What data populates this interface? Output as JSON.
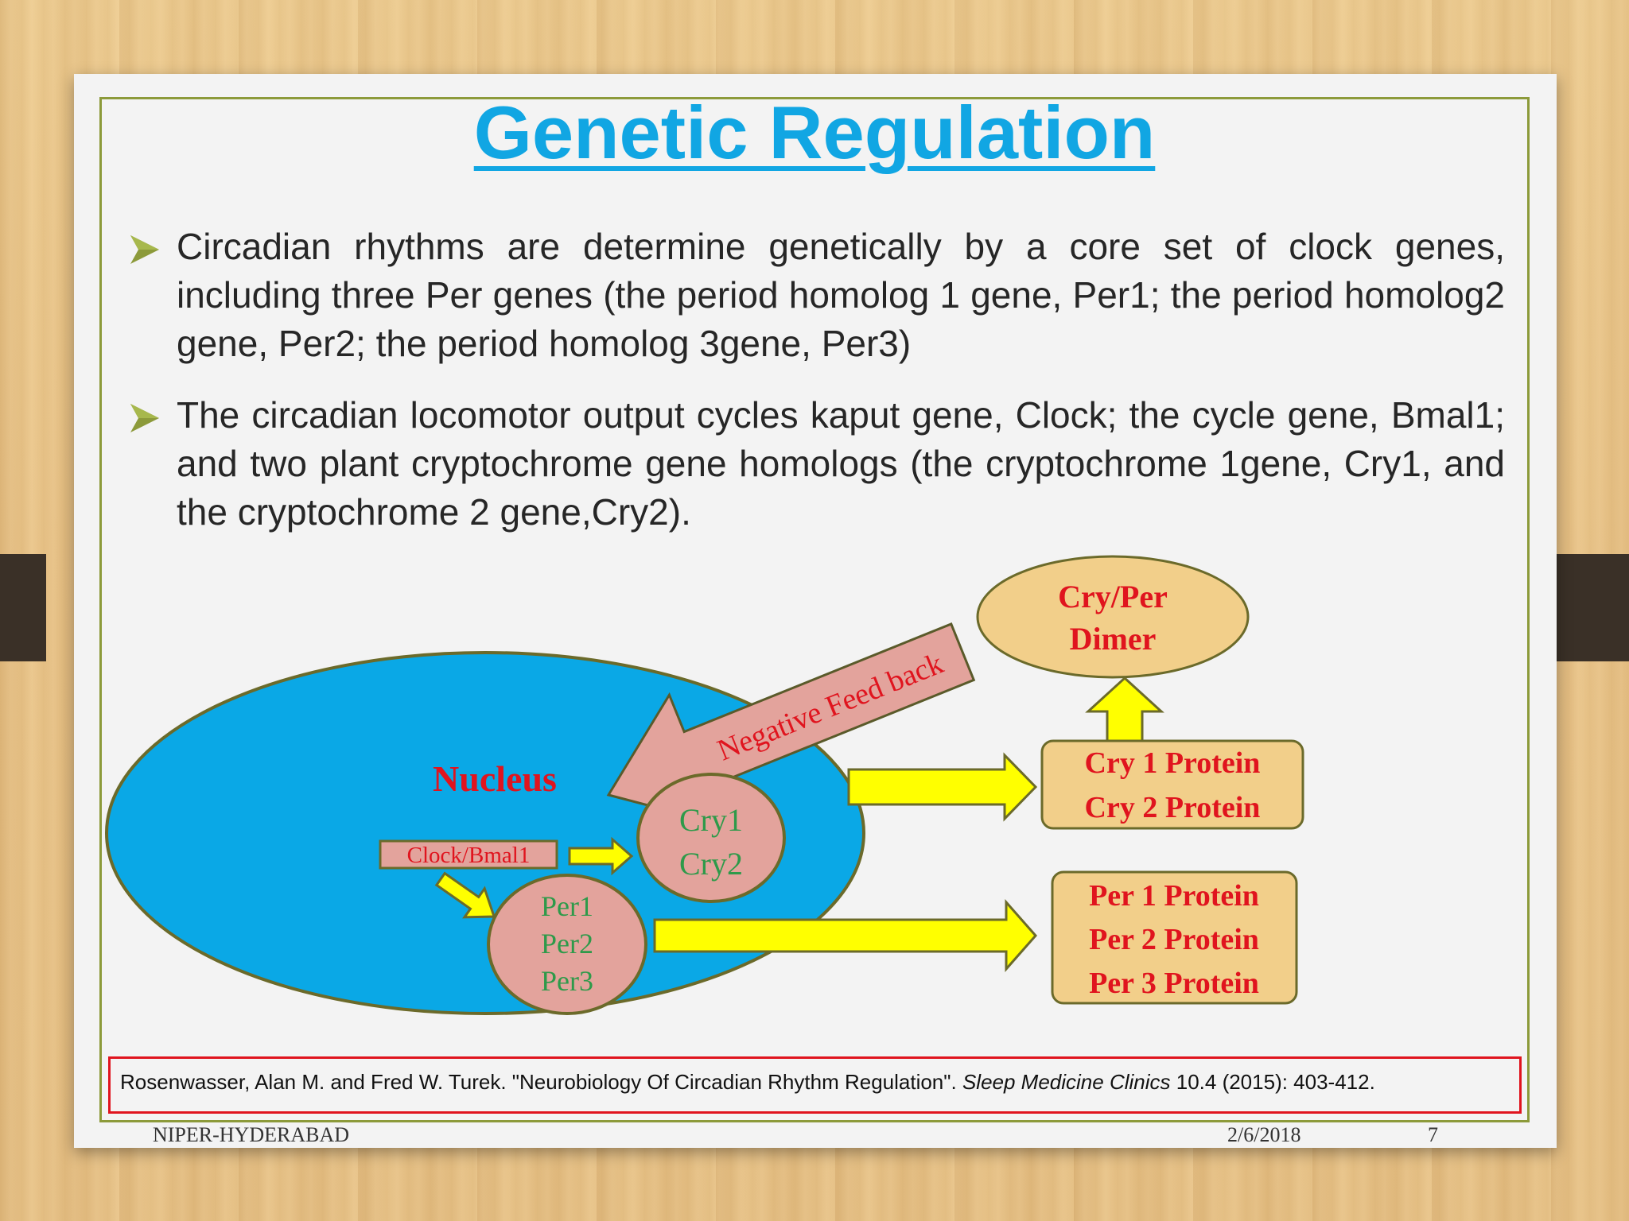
{
  "slide": {
    "title": "Genetic Regulation",
    "bullets": [
      "Circadian rhythms are determine genetically by a core set of clock genes, including three Per genes (the period homolog 1 gene, Per1; the period homolog2 gene, Per2; the period homolog 3gene, Per3)",
      "The circadian locomotor output cycles kaput gene, Clock; the cycle gene, Bmal1; and two plant cryptochrome gene homologs (the cryptochrome 1gene, Cry1, and the cryptochrome 2 gene,Cry2)."
    ],
    "bullet_icon": "arrowhead-bullet-icon"
  },
  "diagram": {
    "nucleus_label": "Nucleus",
    "clock_label": "Clock/Bmal1",
    "cry_genes": [
      "Cry1",
      "Cry2"
    ],
    "per_genes": [
      "Per1",
      "Per2",
      "Per3"
    ],
    "feedback_label": "Negative Feed back",
    "dimer_lines": [
      "Cry/Per",
      "Dimer"
    ],
    "cry_proteins": [
      "Cry 1 Protein",
      "Cry 2 Protein"
    ],
    "per_proteins": [
      "Per 1 Protein",
      "Per 2 Protein",
      "Per 3 Protein"
    ],
    "colors": {
      "nucleus": "#0aa8e6",
      "gene_circle": "#e3a39c",
      "arrow_yellow": "#ffff00",
      "protein_box": "#f2cf8a",
      "label_red": "#e0141e",
      "label_green": "#2e9a4a"
    }
  },
  "reference": {
    "prefix": "Rosenwasser, Alan M. and Fred W. Turek. \"Neurobiology Of Circadian Rhythm Regulation\". ",
    "journal": "Sleep Medicine Clinics",
    "suffix": " 10.4 (2015): 403-412."
  },
  "footer": {
    "left": "NIPER-HYDERABAD",
    "date": "2/6/2018",
    "page": "7"
  }
}
